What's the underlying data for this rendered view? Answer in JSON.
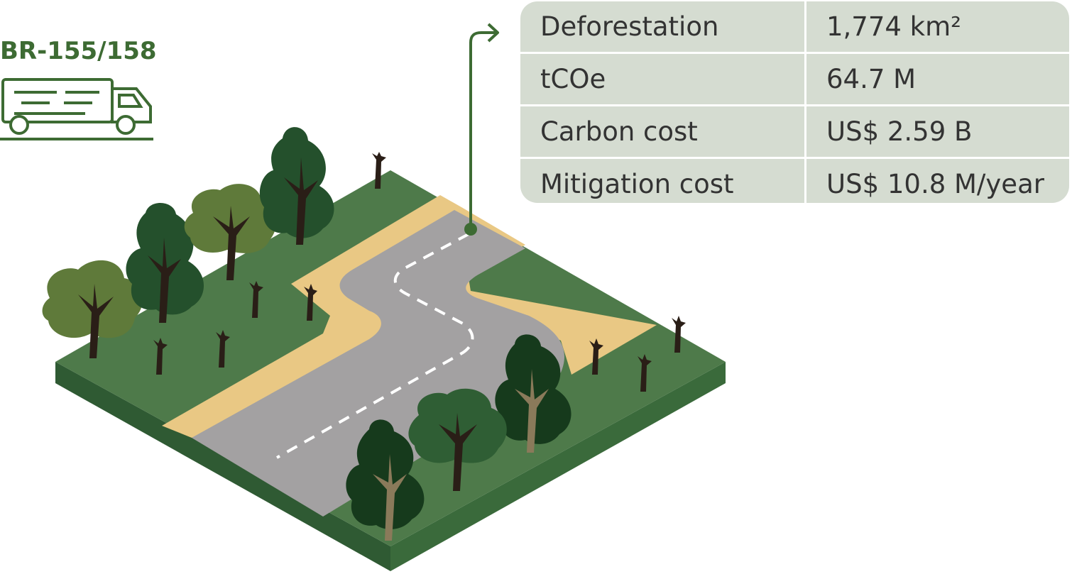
{
  "road": {
    "name": "BR-155/158"
  },
  "stats": [
    {
      "label": "Deforestation",
      "value": "1,774 km²"
    },
    {
      "label": "tCOe",
      "value": "64.7 M"
    },
    {
      "label": "Carbon cost",
      "value": "US$ 2.59 B"
    },
    {
      "label": "Mitigation cost",
      "value": "US$ 10.8 M/year"
    }
  ],
  "colors": {
    "brand_green": "#3d6b33",
    "ground": "#4e7a4a",
    "ground_side": "#2f5a33",
    "sand": "#e9c884",
    "asphalt": "#a3a1a2",
    "panel": "#d5dcd1",
    "tree_dark": "#24502c",
    "tree_olive": "#5f7a3a",
    "trunk": "#2a1e17"
  },
  "icons": [
    "truck-icon",
    "callout-arrow-icon"
  ]
}
